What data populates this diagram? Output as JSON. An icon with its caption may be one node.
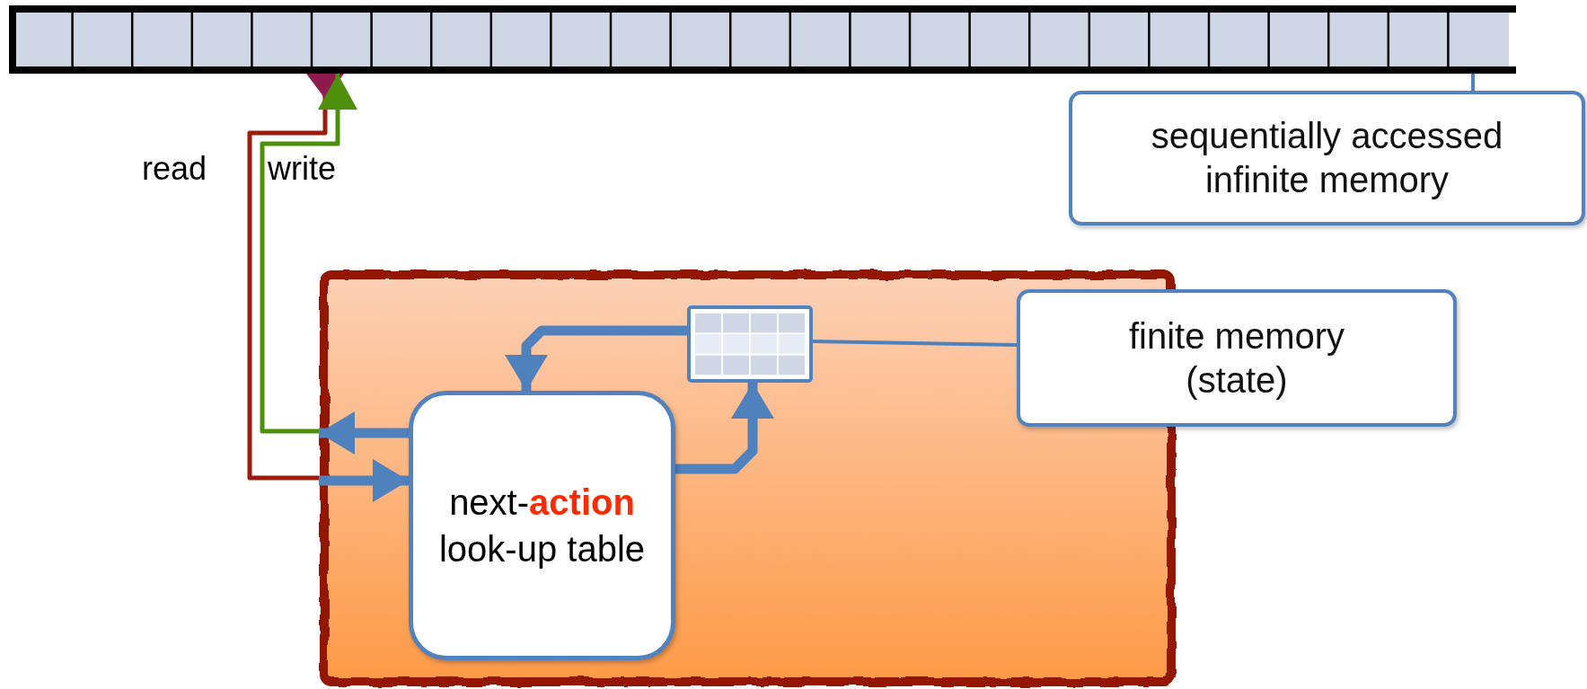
{
  "diagram": {
    "nodes": [
      {
        "text": [],
        "shape": "bar"
      },
      {
        "text": [
          "sequentially accessed infinite memory"
        ]
      },
      {
        "text": [],
        "shape": "box"
      },
      {
        "text": [],
        "shape": "table",
        "in": 2
      },
      {
        "text": [
          "next-**action** look-up table"
        ],
        "in": 2
      },
      {
        "text": [
          "finite memory (state)"
        ]
      }
    ],
    "edges": [
      {
        "from": 2,
        "to": 0,
        "arrow": "other",
        "label": "read",
        "color": "#9b1c0c"
      },
      {
        "from": 2,
        "to": 0,
        "arrow": "to",
        "label": "write",
        "color": "#4e8f0b"
      },
      {
        "from": 2,
        "to": 4,
        "arrow": "to",
        "style": "thick"
      },
      {
        "from": 4,
        "to": 2,
        "arrow": "to",
        "style": "thick"
      },
      {
        "from": 4,
        "to": 3,
        "arrow": "to",
        "style": "thick"
      },
      {
        "from": 3,
        "to": 4,
        "arrow": "to",
        "style": "thick"
      },
      {
        "from": 1,
        "to": 0,
        "arrow": "none"
      },
      {
        "from": 5,
        "to": 3,
        "arrow": "none"
      }
    ]
  }
}
